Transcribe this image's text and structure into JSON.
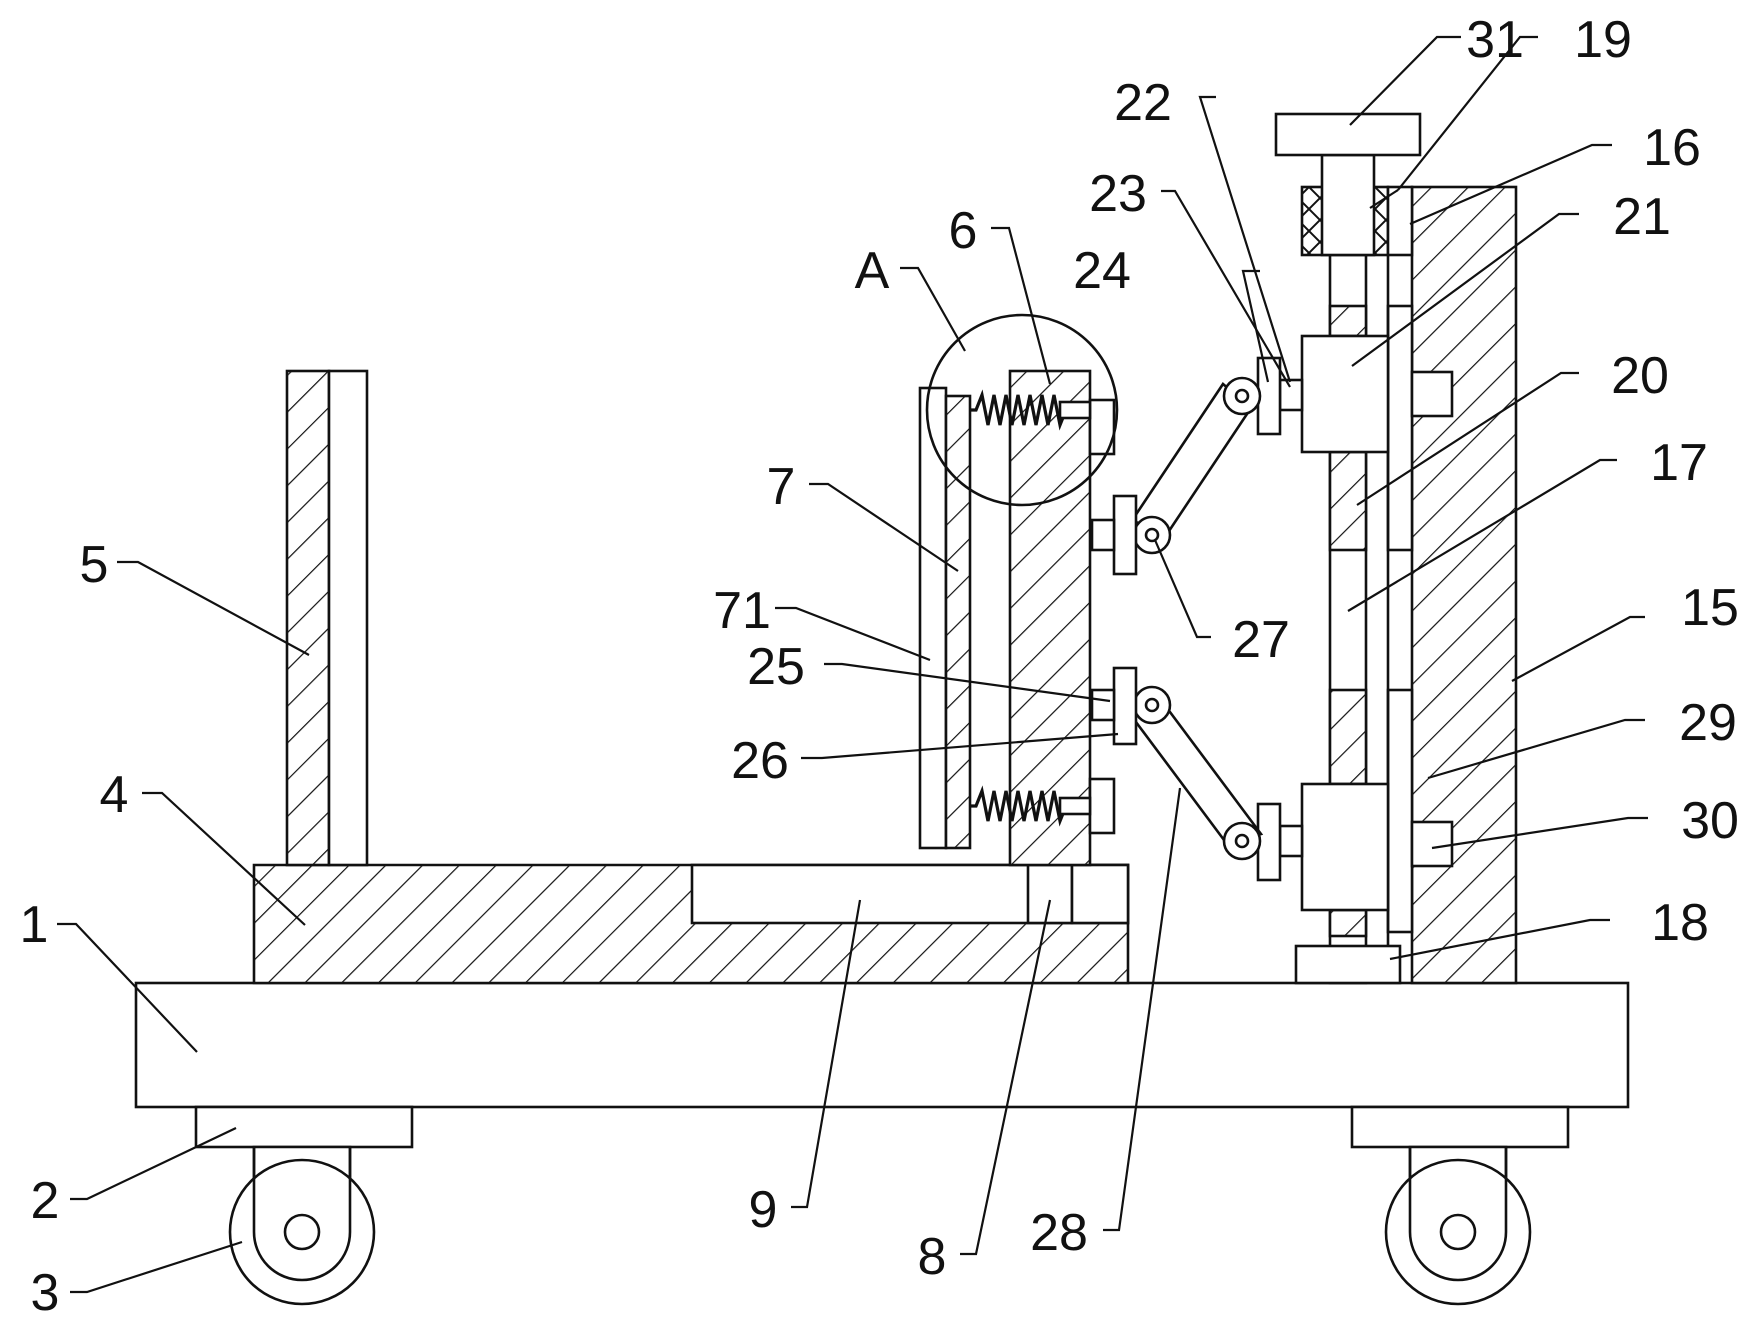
{
  "labels": {
    "l1": "1",
    "l2": "2",
    "l3": "3",
    "l4": "4",
    "l5": "5",
    "l6": "6",
    "l7": "7",
    "l71": "71",
    "l8": "8",
    "l9": "9",
    "l15": "15",
    "l16": "16",
    "l17": "17",
    "l18": "18",
    "l19": "19",
    "l20": "20",
    "l21": "21",
    "l22": "22",
    "l23": "23",
    "l24": "24",
    "l25": "25",
    "l26": "26",
    "l27": "27",
    "l28": "28",
    "l29": "29",
    "l30": "30",
    "l31": "31",
    "lA": "A"
  },
  "colors": {
    "stroke": "#111111",
    "background": "#ffffff"
  }
}
